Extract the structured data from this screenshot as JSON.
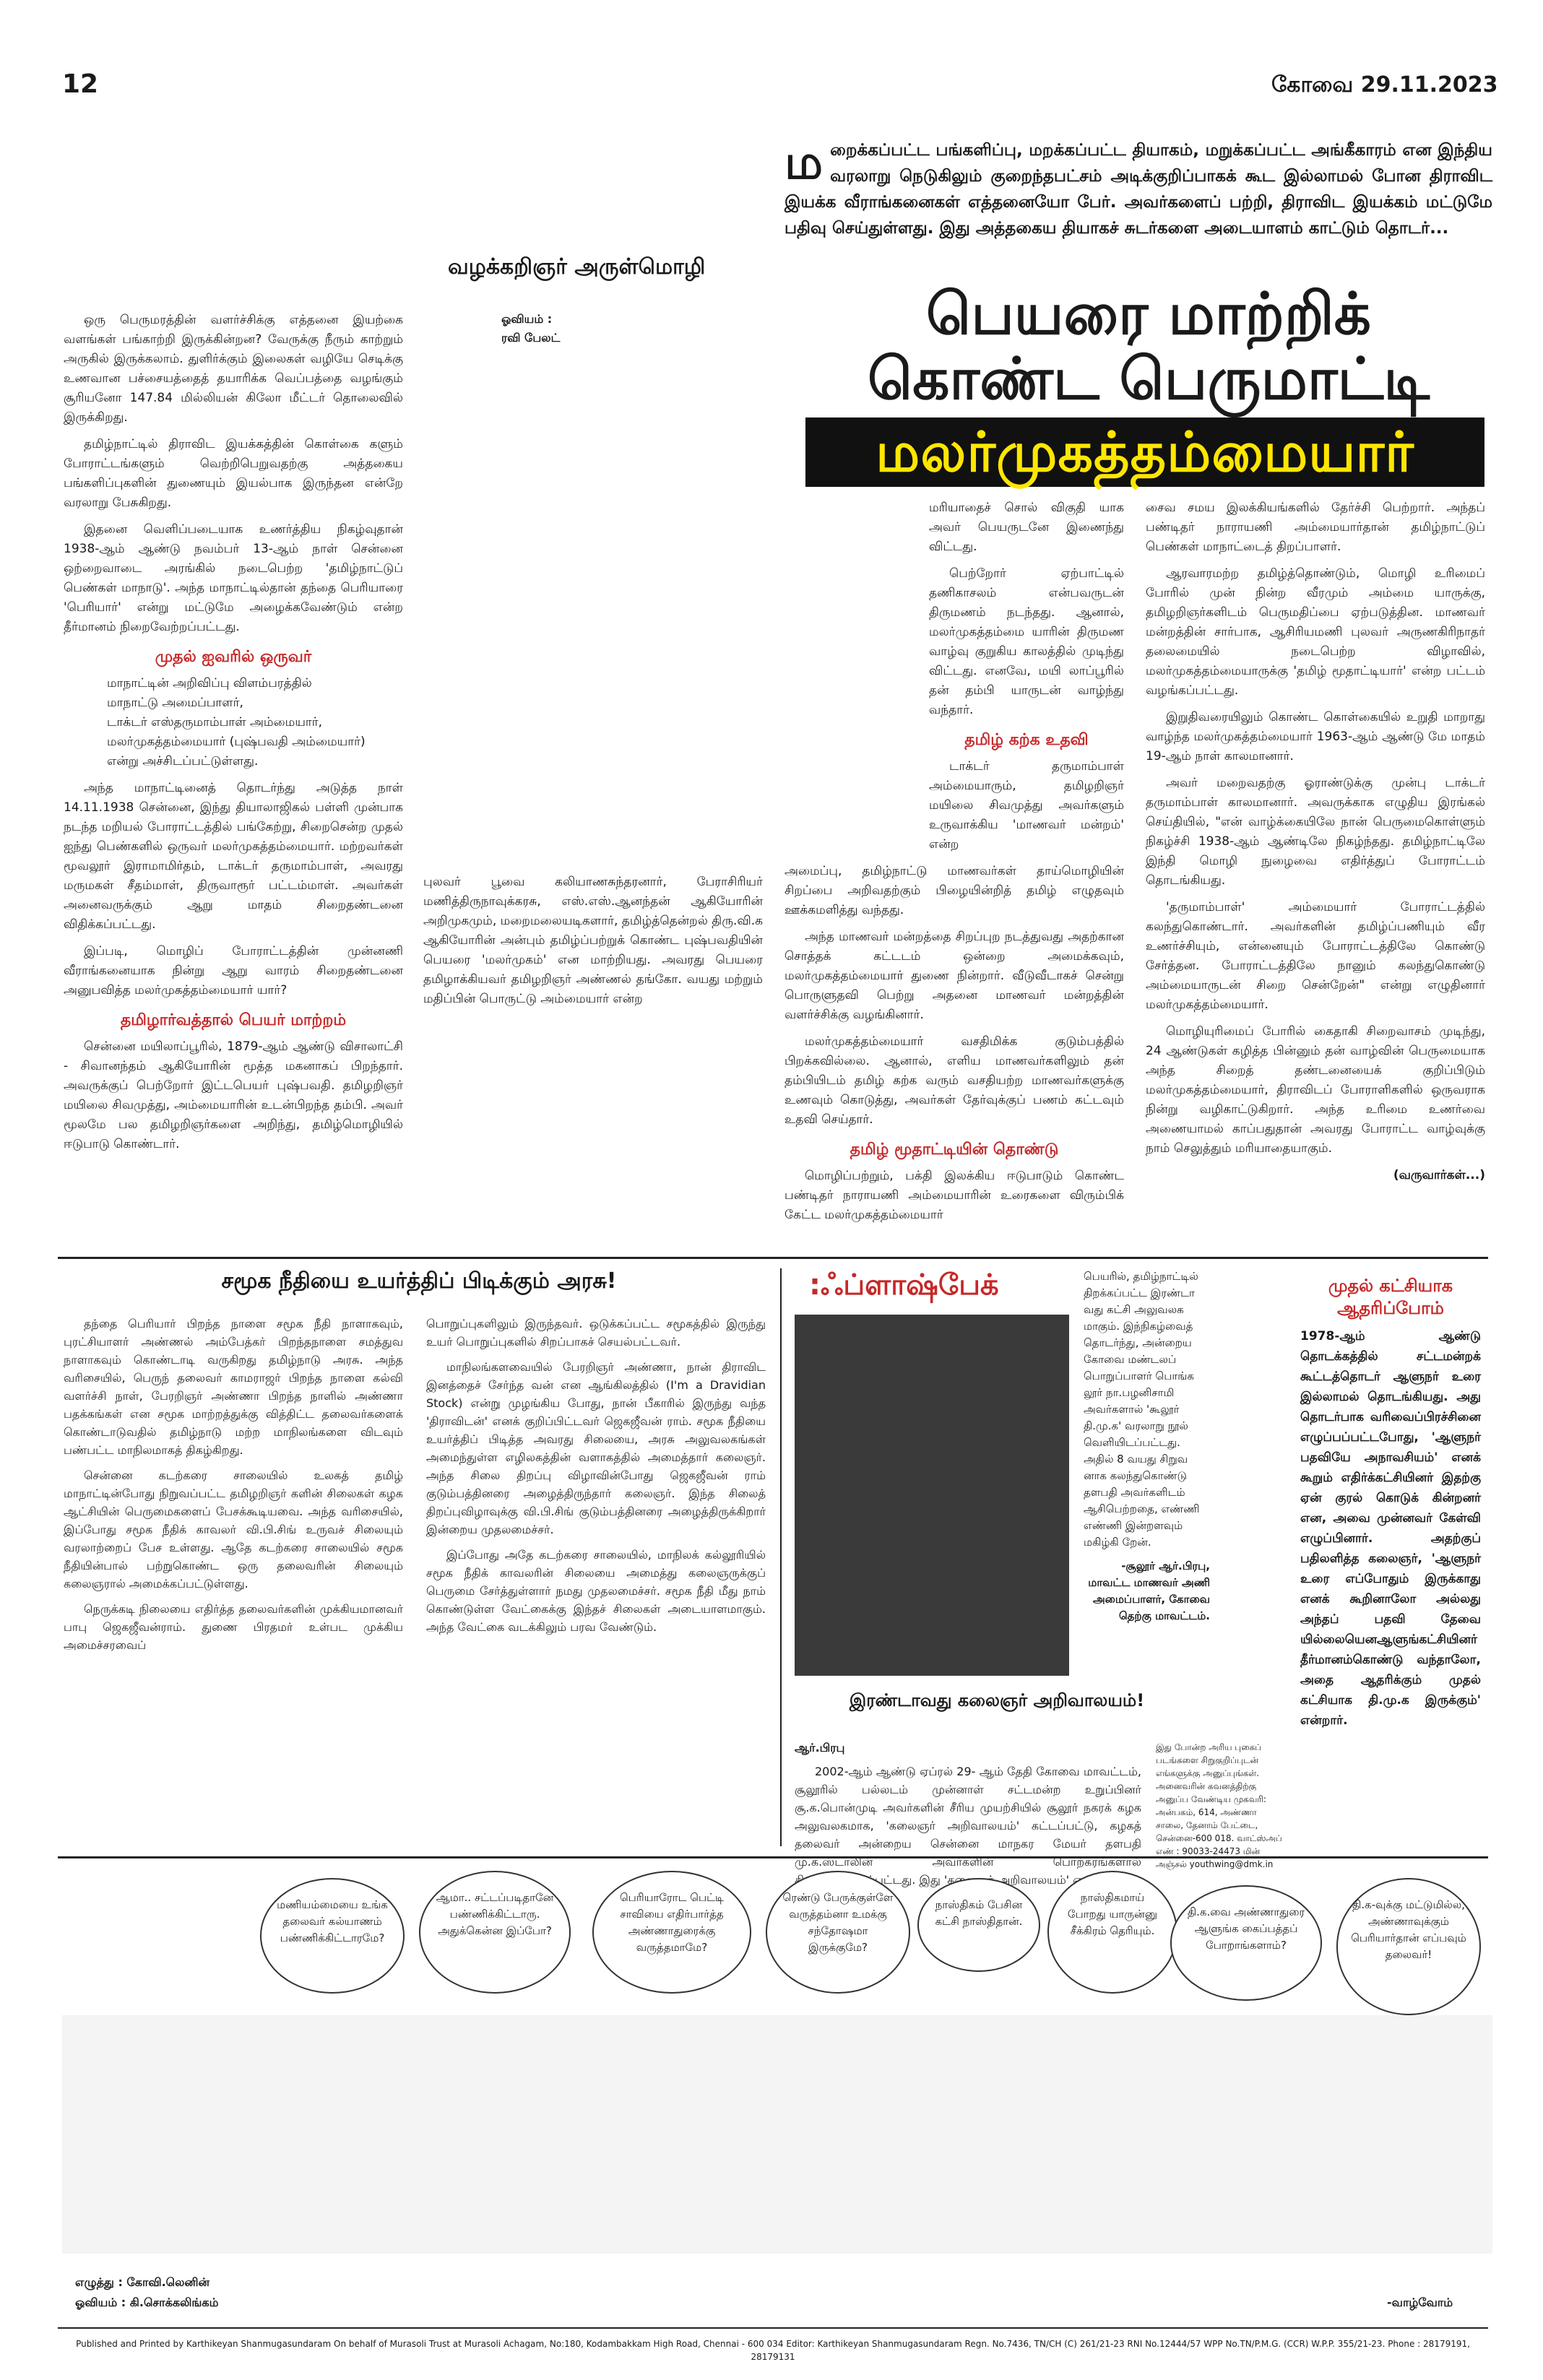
{
  "header": {
    "page_number": "12",
    "dateline": "கோவை 29.11.2023"
  },
  "teaser": {
    "dropcap": "ம",
    "text": "றைக்கப்பட்ட பங்களிப்பு, மறக்கப்பட்ட தியாகம், மறுக்கப்பட்ட அங்கீகாரம் என இந்திய வரலாறு நெடுகிலும் குறைந்தபட்சம் அடிக்குறிப்பாகக் கூட இல்லாமல் போன திராவிட இயக்க வீராங்கனைகள் எத்தனையோ பேர். அவர்களைப் பற்றி, திராவிட இயக்கம் மட்டுமே பதிவு செய்துள்ளது. இது அத்தகைய தியாகச் சுடர்களை அடையாளம் காட்டும் தொடர்..."
  },
  "byline": {
    "author": "வழக்கறிஞர் அருள்மொழி",
    "illustration_label": "ஓவியம் :",
    "illustrator": "ரவி பேலட்"
  },
  "headline": {
    "line1": "பெயரை மாற்றிக்",
    "line2": "கொண்ட பெருமாட்டி",
    "name": "மலர்முகத்தம்மையார்"
  },
  "article": {
    "left_col": {
      "p1": "ஒரு பெருமரத்தின் வளர்ச்சிக்கு எத்தனை இயற்கை வளங்கள் பங்காற்றி இருக்கின்றன? வேருக்கு நீரும் காற்றும் அருகில் இருக்கலாம். துளிர்க்கும் இலைகள் வழியே செடிக்கு உணவான பச்சையத்தைத் தயாரிக்க வெப்பத்தை வழங்கும் சூரியனோ 147.84 மில்லியன் கிலோ மீட்டர் தொலைவில் இருக்கிறது.",
      "p2": "தமிழ்நாட்டில் திராவிட இயக்கத்தின் கொள்கை களும் போராட்டங்களும் வெற்றிபெறுவதற்கு அத்தகைய பங்களிப்புகளின் துணையும் இயல்பாக இருந்தன என்றே வரலாறு பேசுகிறது.",
      "p3": "இதனை வெளிப்படையாக உணர்த்திய நிகழ்வுதான் 1938-ஆம் ஆண்டு நவம்பர் 13-ஆம் நாள் சென்னை ஒற்றைவாடை அரங்கில் நடைபெற்ற 'தமிழ்நாட்டுப் பெண்கள் மாநாடு'. அந்த மாநாட்டில்தான் தந்தை பெரியாரை 'பெரியார்' என்று மட்டுமே அழைக்கவேண்டும் என்ற தீர்மானம் நிறைவேற்றப்பட்டது.",
      "sub1": "முதல் ஐவரில் ஒருவர்",
      "intro": "மாநாட்டின் அறிவிப்பு விளம்பரத்தில்",
      "list1": "மாநாட்டு அமைப்பாளர்,",
      "list2": "டாக்டர் எஸ்தருமாம்பாள் அம்மையார்,",
      "list3": "மலர்முகத்தம்மையார் (புஷ்பவதி அம்மையார்)",
      "list4": "என்று அச்சிடப்பட்டுள்ளது.",
      "p4": "அந்த மாநாட்டினைத் தொடர்ந்து அடுத்த நாள் 14.11.1938 சென்னை, இந்து தியாலாஜிகல் பள்ளி முன்பாக நடந்த மறியல் போராட்டத்தில் பங்கேற்று, சிறைசென்ற முதல் ஐந்து பெண்களில் ஒருவர் மலர்முகத்தம்மையார். மற்றவர்கள் மூவலூர் இராமாமிர்தம், டாக்டர் தருமாம்பாள், அவரது மருமகள் சீதம்மாள், திருவாரூர் பட்டம்மாள். அவர்கள் அனைவருக்கும் ஆறு மாதம் சிறைதண்டனை விதிக்கப்பட்டது.",
      "p5": "இப்படி, மொழிப் போராட்டத்தின் முன்னணி வீராங்கனையாக நின்று ஆறு வாரம் சிறைதண்டனை அனுபவித்த மலர்முகத்தம்மையார் யார்?",
      "sub2": "தமிழார்வத்தால் பெயர் மாற்றம்",
      "p6": "சென்னை மயிலாப்பூரில், 1879-ஆம் ஆண்டு விசாலாட்சி - சிவானந்தம் ஆகியோரின் மூத்த மகனாகப் பிறந்தார். அவருக்குப் பெற்றோர் இட்டபெயர் புஷ்பவதி. தமிழறிஞர் மயிலை சிவமுத்து, அம்மையாரின் உடன்பிறந்த தம்பி. அவர் மூலமே பல தமிழறிஞர்களை அறிந்து, தமிழ்மொழியில் ஈடுபாடு கொண்டார்."
    },
    "mid_lower": {
      "p1": "புலவர் பூவை கலியாணசுந்தரனார், பேராசிரியர் மணித்திருநாவுக்கரசு, எஸ்.எஸ்.ஆனந்தன் ஆகியோரின் அறிமுகமும், மறைமலையடிகளார், தமிழ்த்தென்றல் திரு.வி.க ஆகியோரின் அன்பும் தமிழ்ப்பற்றுக் கொண்ட புஷ்பவதியின் பெயரை 'மலர்முகம்' என மாற்றியது. அவரது பெயரை தமிழாக்கியவர் தமிழறிஞர் அண்ணல் தங்கோ. வயது மற்றும் மதிப்பின் பொருட்டு அம்மையார் என்ற"
    },
    "col3": {
      "p1": "மரியாதைச் சொல் விகுதி யாக அவர் பெயருடனே இணைந்து விட்டது.",
      "p2": "பெற்றோர் ஏற்பாட்டில் தணிகாசலம் என்பவருடன் திருமணம் நடந்தது. ஆனால், மலர்முகத்தம்மை யாரின் திருமண வாழ்வு குறுகிய காலத்தில் முடிந்து விட்டது. எனவே, மயி லாப்பூரில் தன் தம்பி யாருடன் வாழ்ந்து வந்தார்.",
      "sub1": "தமிழ் கற்க உதவி",
      "p3": "டாக்டர் தருமாம்பாள் அம்மையாரும், தமிழறிஞர் மயிலை சிவமுத்து அவர்களும் உருவாக்கிய 'மாணவர் மன்றம்' என்ற",
      "p4": "அமைப்பு, தமிழ்நாட்டு மாணவர்கள் தாய்மொழியின் சிறப்பை அறிவதற்கும் பிழையின்றித் தமிழ் எழுதவும் ஊக்கமளித்து வந்தது.",
      "p5": "அந்த மாணவர் மன்றத்தை சிறப்புற நடத்துவது அதற்கான சொத்தக் கட்டடம் ஒன்றை அமைக்கவும், மலர்முகத்தம்மையார் துணை நின்றார். வீடுவீடாகச் சென்று பொருளுதவி பெற்று அதனை மாணவர் மன்றத்தின் வளர்ச்சிக்கு வழங்கினார்.",
      "p6": "மலர்முகத்தம்மையார் வசதிமிக்க குடும்பத்தில் பிறக்கவில்லை. ஆனால், எளிய மாணவர்களிலும் தன் தம்பியிடம் தமிழ் கற்க வரும் வசதியற்ற மாணவர்களுக்கு உணவும் கொடுத்து, அவர்கள் தேர்வுக்குப் பணம் கட்டவும் உதவி செய்தார்.",
      "sub2": "தமிழ் மூதாட்டியின் தொண்டு",
      "p7": "மொழிப்பற்றும், பக்தி இலக்கிய ஈடுபாடும் கொண்ட பண்டிதர் நாராயணி அம்மையாரின் உரைகளை விரும்பிக் கேட்ட மலர்முகத்தம்மையார்"
    },
    "col4": {
      "p1": "சைவ சமய இலக்கியங்களில் தேர்ச்சி பெற்றார். அந்தப் பண்டிதர் நாராயணி அம்மையார்தான் தமிழ்நாட்டுப் பெண்கள் மாநாட்டைத் திறப்பாளர்.",
      "p2": "ஆரவாரமற்ற தமிழ்த்தொண்டும், மொழி உரிமைப் போரில் முன் நின்ற வீரமும் அம்மை யாருக்கு, தமிழறிஞர்களிடம் பெருமதிப்பை ஏற்படுத்தின. மாணவர் மன்றத்தின் சார்பாக, ஆசிரியமணி புலவர் அருணகிரிநாதர் தலைமையில் நடைபெற்ற விழாவில், மலர்முகத்தம்மையாருக்கு 'தமிழ் மூதாட்டியார்' என்ற பட்டம் வழங்கப்பட்டது.",
      "p3": "இறுதிவரையிலும் கொண்ட கொள்கையில் உறுதி மாறாது வாழ்ந்த மலர்முகத்தம்மையார் 1963-ஆம் ஆண்டு மே மாதம் 19-ஆம் நாள் காலமானார்.",
      "p4": "அவர் மறைவதற்கு ஓராண்டுக்கு முன்பு டாக்டர் தருமாம்பாள் காலமானார். அவருக்காக எழுதிய இரங்கல் செய்தியில், \"என் வாழ்க்கையிலே நான் பெருமைகொள்ளும் நிகழ்ச்சி 1938-ஆம் ஆண்டிலே நிகழ்ந்தது. தமிழ்நாட்டிலே இந்தி மொழி நுழைவை எதிர்த்துப் போராட்டம் தொடங்கியது.",
      "p5": "'தருமாம்பாள்' அம்மையார் போராட்டத்தில் கலந்துகொண்டார். அவர்களின் தமிழ்ப்பணியும் வீர உணர்ச்சியும், என்னையும் போராட்டத்திலே கொண்டு சேர்த்தன. போராட்டத்திலே நானும் கலந்துகொண்டு அம்மையாருடன் சிறை சென்றேன்\" என்று எழுதினார் மலர்முகத்தம்மையார்.",
      "p6": "மொழியுரிமைப் போரில் கைதாகி சிறைவாசம் முடிந்து, 24 ஆண்டுகள் கழித்த பின்னும் தன் வாழ்வின் பெருமையாக அந்த சிறைத் தண்டனையைக் குறிப்பிடும் மலர்முகத்தம்மையார், திராவிடப் போராளிகளில் ஒருவராக நின்று வழிகாட்டுகிறார். அந்த உரிமை உணர்வை அணையாமல் காப்பதுதான் அவரது போராட்ட வாழ்வுக்கு நாம் செலுத்தும் மரியாதையாகும்.",
      "cont": "(வருவார்கள்...)"
    }
  },
  "social_justice": {
    "headline": "சமூக நீதியை உயர்த்திப் பிடிக்கும் அரசு!",
    "col1": {
      "p1": "தந்தை பெரியார் பிறந்த நாளை சமூக நீதி நாளாகவும், புரட்சியாளர் அண்ணல் அம்பேத்கர் பிறந்தநாளை சமத்துவ நாளாகவும் கொண்டாடி வருகிறது தமிழ்நாடு அரசு. அந்த வரிசையில், பெருந் தலைவர் காமராஜர் பிறந்த நாளை கல்வி வளர்ச்சி நாள், பேரறிஞர் அண்ணா பிறந்த நாளில் அண்ணா பதக்கங்கள் என சமூக மாற்றத்துக்கு வித்திட்ட தலைவர்களைக் கொண்டாடுவதில் தமிழ்நாடு மற்ற மாநிலங்களை விடவும் பண்பட்ட மாநிலமாகத் திகழ்கிறது.",
      "p2": "சென்னை கடற்கரை சாலையில் உலகத் தமிழ் மாநாட்டின்போது நிறுவப்பட்ட தமிழறிஞர் களின் சிலைகள் கழக ஆட்சியின் பெருமைகளைப் பேசக்கூடியவை. அந்த வரிசையில், இப்போது சமூக நீதிக் காவலர் வி.பி.சிங் உருவச் சிலையும் வரலாற்றைப் பேச உள்ளது. ஆதே கடற்கரை சாலையில் சமூக நீதியின்பால் பற்றுகொண்ட ஒரு தலைவரின் சிலையும் கலைஞரால் அமைக்கப்பட்டுள்ளது.",
      "p3": "நெருக்கடி நிலையை எதிர்த்த தலைவர்களின் முக்கியமானவர் பாபு ஜெகஜீவன்ராம். துணை பிரதமர் உள்பட முக்கிய அமைச்சரவைப்"
    },
    "col2": {
      "p1": "பொறுப்புகளிலும் இருந்தவர். ஒடுக்கப்பட்ட சமூகத்தில் இருந்து உயர் பொறுப்புகளில் சிறப்பாகச் செயல்பட்டவர்.",
      "p2": "மாநிலங்களவையில் பேரறிஞர் அண்ணா, நான் திராவிட இனத்தைச் சேர்ந்த வன் என ஆங்கிலத்தில் (I'm a Dravidian Stock) என்று முழங்கிய போது, நான் பீகாரில் இருந்து வந்த 'திராவிடன்' எனக் குறிப்பிட்டவர் ஜெகஜீவன் ராம். சமூக நீதியை உயர்த்திப் பிடித்த அவரது சிலையை, அரசு அலுவலகங்கள் அமைந்துள்ள எழிலகத்தின் வளாகத்தில் அமைத்தார் கலைஞர். அந்த சிலை திறப்பு விழாவின்போது ஜெகஜீவன் ராம் குடும்பத்தினரை அழைத்திருந்தார் கலைஞர். இந்த சிலைத் திறப்புவிழாவுக்கு வி.பி.சிங் குடும்பத்தினரை அழைத்திருக்கிறார் இன்றைய முதலமைச்சர்.",
      "p3": "இப்போது அதே கடற்கரை சாலையில், மாநிலக் கல்லூரியில் சமூக நீதிக் காவலரின் சிலையை அமைத்து கலைஞருக்குப் பெருமை சேர்த்துள்ளார் நமது முதலமைச்சர். சமூக நீதி மீது நாம் கொண்டுள்ள வேட்கைக்கு இந்தச் சிலைகள் அடையாளமாகும். அந்த வேட்கை வடக்கிலும் பரவ வேண்டும்."
    }
  },
  "flashback": {
    "label": ":ஃப்ளாஷ்பேக்",
    "col_text": "பெயரில், தமிழ்நாட்டில் திறக்கப்பட்ட இரண்டா வது கட்சி அலுவலக மாகும். இந்நிகழ்வைத் தொடர்ந்து, அன்றைய கோவை மண்டலப் பொறுப்பாளர் பொங்க லூர் நா.பழனிசாமி அவர்களால் 'கூலூர் தி.மு.க' வரலாறு நூல் வெளியிடப்பட்டது. அதில் 8 வயது சிறுவ னாக கலந்துகொண்டு தளபதி அவர்களிடம் ஆசிபெற்றதை, எண்ணி எண்ணி இன்றளவும் மகிழ்கி றேன்.",
    "signature": "-சூலூர் ஆர்.பிரபு, மாவட்ட மாணவர் அணி அமைப்பாளர், கோவை தெற்கு மாவட்டம்.",
    "sub_head": "இரண்டாவது கலைஞர் அறிவாலயம்!",
    "author": "ஆர்.பிரபு",
    "body": "2002-ஆம் ஆண்டு ஏப்ரல் 29- ஆம் தேதி கோவை மாவட்டம், சூலூரில் பல்லடம் முன்னாள் சட்டமன்ற உறுப்பினர் சூ.க.பொன்முடி அவர்களின் சீரிய முயற்சியில் சூலூர் நகரக் கழக அலுவலகமாக, 'கலைஞர் அறிவாலயம்' கட்டப்பட்டு, கழகத் தலைவர் அன்றைய சென்னை மாநகர மேயர் தளபதி மு.க.ஸ்டாலின் அவர்களின் பொற்கரங்களால் திறந்துவைக்கப்பட்டது. இது 'கலைஞர் அறிவாலயம்' என்ற",
    "note": "இது போன்ற அரிய புகைப் படங்களை சிறுகுறிப்புடன் எங்களுக்கு அனுப்புங்கள். அனைவரின் கவனத்திற்கு அனுப்ப வேண்டிய முகவரி: அன்பகம், 614, அண்ணா சாலை, தேனாம் பேட்டை, சென்னை-600 018. வாட்ஸ்அப் எண் : 90033-24473 மின் அஞ்சல் youthwing@dmk.in"
  },
  "support_box": {
    "head1": "முதல் கட்சியாக",
    "head2": "ஆதரிப்போம்",
    "body": "1978-ஆம் ஆண்டு தொடக்கத்தில் சட்டமன்றக் கூட்டத்தொடர் ஆளுநர் உரை இல்லாமல் தொடங்கியது. அது தொடர்பாக வரிவைப்பிரச்சினை எழுப்பப்பட்டபோது, 'ஆளுநர் பதவியே அநாவசியம்' எனக் கூறும் எதிர்க்கட்சியினர் இதற்கு ஏன் குரல் கொடுக் கின்றனர் என, அவை முன்னவர் கேள்வி எழுப்பினார். அதற்குப் பதிலளித்த கலைஞர், 'ஆளுநர் உரை எப்போதும் இருக்காது எனக் கூறினாலோ அல்லது அந்தப் பதவி தேவை யில்லையெனஆளுங்கட்சியினர் தீர்மானம்கொண்டு வந்தாலோ, அதை ஆதரிக்கும் முதல் கட்சியாக தி.மு.க இருக்கும்' என்றார்."
  },
  "cartoon": {
    "b1": "மணியம்மையை உங்க தலைவர் கல்யாணம் பண்ணிக்கிட்டாரமே?",
    "b2": "ஆமா.. சட்டப்படிதானே பண்ணிக்கிட்டாரு. அதுக்கென்ன இப்போ?",
    "b3": "பெரியாரோட பெட்டி சாவியை எதிர்பார்த்த அண்ணாதுரைக்கு வருத்தமாமே?",
    "b4": "ரெண்டு பேருக்குள்ளே வருத்தம்னா உமக்கு சந்தோஷமா இருக்குமே?",
    "b5": "நாஸ்திகம் பேசின கட்சி நாஸ்திதான்.",
    "b6": "நாஸ்திகமாய் போறது யாருன்னு சீக்கிரம் தெரியும்.",
    "b7": "தி.க.வை அண்ணாதுரை ஆளுங்க கைப்பத்தப் போறாங்களாம்?",
    "b8": "தி.க-வுக்கு மட்டுமில்ல, அண்ணாவுக்கும் பெரியார்தான் எப்பவும் தலைவர்!",
    "credits1": "எழுத்து : கோவி.லெனின்",
    "credits2": "ஓவியம் : கி.சொக்கலிங்கம்",
    "sign_off": "-வாழ்வோம்"
  },
  "footer": {
    "imprint": "Published and Printed by Karthikeyan Shanmugasundaram On behalf of Murasoli Trust at Murasoli Achagam, No:180, Kodambakkam High Road, Chennai - 600 034 Editor: Karthikeyan Shanmugasundaram Regn. No.7436, TN/CH (C) 261/21-23 RNI No.12444/57 WPP No.TN/P.M.G. (CCR) W.P.P. 355/21-23. Phone : 28179191, 28179131"
  },
  "colors": {
    "accent_red": "#c62828",
    "highlight_yellow": "#ffe600",
    "text": "#1a1a1a"
  }
}
